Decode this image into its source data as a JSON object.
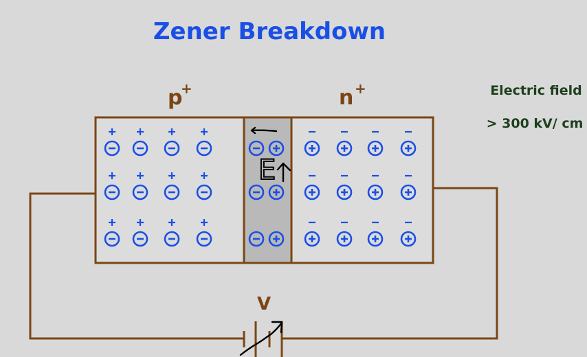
{
  "title": "Zener Breakdown",
  "regions": {
    "p": {
      "label": "p",
      "superscript": "+",
      "ion_charge": "negative",
      "carrier_charge": "positive"
    },
    "n": {
      "label": "n",
      "superscript": "+",
      "ion_charge": "positive",
      "carrier_charge": "negative"
    }
  },
  "grid": {
    "rows": 3,
    "cols": 4
  },
  "depletion_region": {
    "ion_pairs": 3,
    "pair_order": [
      "negative",
      "positive"
    ]
  },
  "annotation": {
    "line1": "Electric field",
    "line2": "> 300 kV/ cm"
  },
  "battery": {
    "label": "V",
    "variable": true
  },
  "handwritten": {
    "field_label": "E",
    "arrows": [
      "left",
      "up"
    ]
  },
  "colors": {
    "title": "#1a4fe6",
    "charge": "#1a4fe6",
    "wire": "#7a4614",
    "annotation": "#1d3f1d",
    "depletion": "#b9b9b9",
    "background": "#d9d9d9"
  }
}
